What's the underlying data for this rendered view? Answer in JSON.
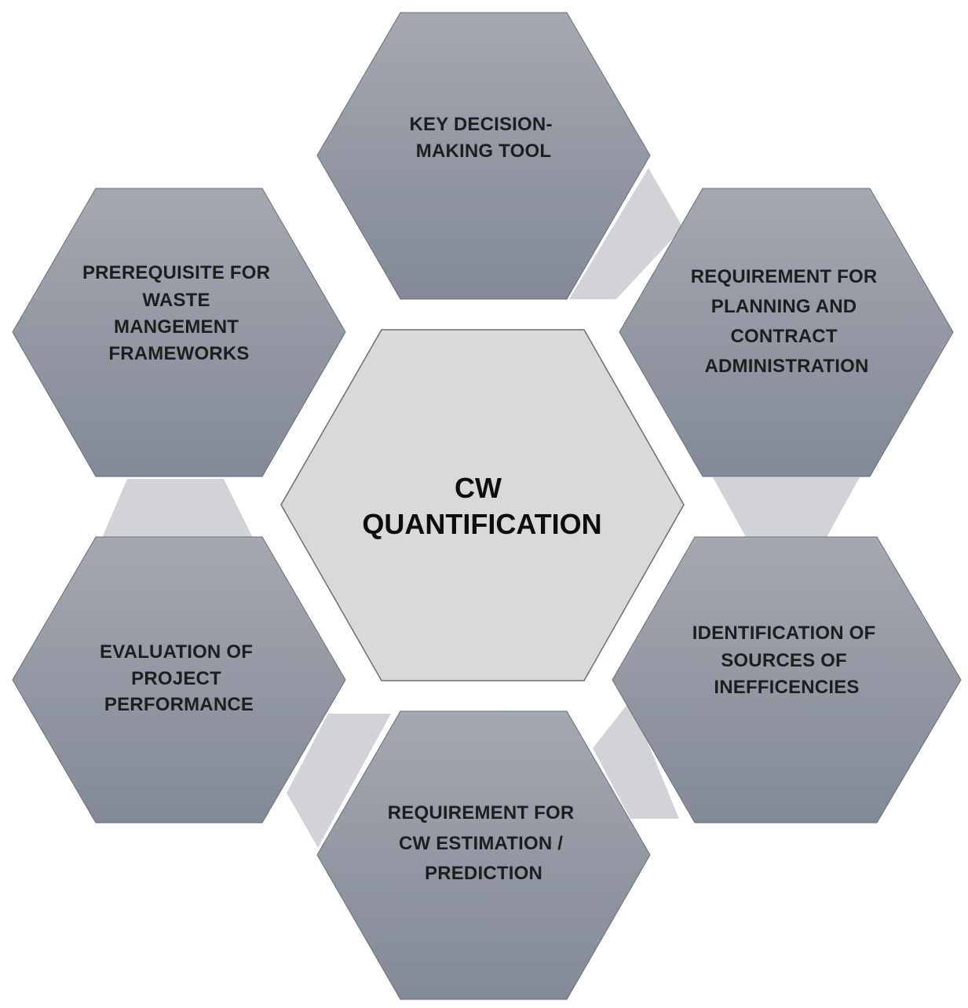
{
  "center": {
    "lines": [
      "CW",
      "QUANTIFICATION"
    ],
    "fill": "#d9d9d9"
  },
  "nodes": [
    {
      "id": "key-decision-making-tool",
      "lines": [
        "KEY DECISION-",
        "MAKING TOOL"
      ]
    },
    {
      "id": "requirement-for-planning",
      "lines": [
        "REQUIREMENT FOR",
        "PLANNING AND",
        "CONTRACT",
        "ADMINISTRATION"
      ]
    },
    {
      "id": "identification-of-sources",
      "lines": [
        "IDENTIFICATION OF",
        "SOURCES OF",
        "INEFFICENCIES"
      ]
    },
    {
      "id": "requirement-for-cw-estimation",
      "lines": [
        "REQUIREMENT FOR",
        "CW ESTIMATION /",
        "PREDICTION"
      ]
    },
    {
      "id": "evaluation-of-performance",
      "lines": [
        "EVALUATION OF",
        "PROJECT",
        "PERFORMANCE"
      ]
    },
    {
      "id": "prerequisite-for-waste",
      "lines": [
        "PREREQUISITE FOR",
        "WASTE",
        "MANGEMENT",
        "FRAMEWORKS"
      ]
    }
  ],
  "colors": {
    "hex_top": "#a3a8b1",
    "hex_bottom": "#838996",
    "connector": "#d2d3d6",
    "center_fill": "#d9d9d9",
    "border": "#6a6e76"
  }
}
